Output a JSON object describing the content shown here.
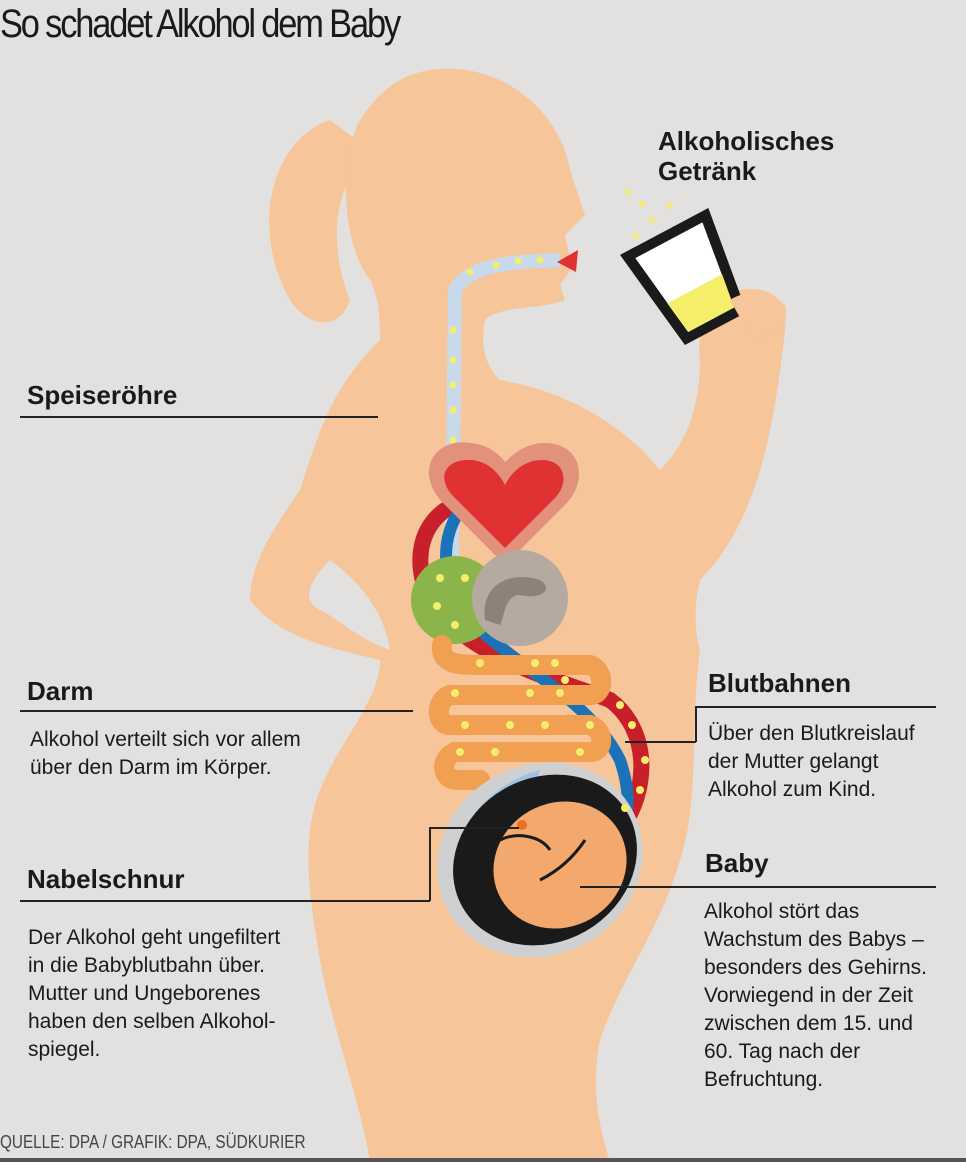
{
  "title": "So schadet Alkohol dem Baby",
  "labels": {
    "drink_line1": "Alkoholisches",
    "drink_line2": "Getränk",
    "esophagus": "Speiseröhre",
    "intestine": "Darm",
    "bloodstream": "Blutbahnen",
    "umbilical_cord": "Nabelschnur",
    "baby": "Baby"
  },
  "descriptions": {
    "intestine": [
      "Alkohol verteilt sich vor allem",
      "über den Darm im Körper."
    ],
    "bloodstream": [
      "Über den Blutkreislauf",
      "der Mutter gelangt",
      "Alkohol zum Kind."
    ],
    "umbilical_cord": [
      "Der Alkohol geht ungefiltert",
      "in die Babyblutbahn über.",
      "Mutter und Ungeborenes",
      "haben den selben Alkohol-",
      "spiegel."
    ],
    "baby": [
      "Alkohol stört das",
      "Wachstum des Babys –",
      "besonders des Gehirns.",
      "Vorwiegend in der Zeit",
      "zwischen dem 15. und",
      "60. Tag nach der",
      "Befruchtung."
    ]
  },
  "source": "QUELLE: DPA / GRAFIK: DPA, SÜDKURIER",
  "colors": {
    "skin": "#f6c59a",
    "heart": "#e03232",
    "liver": "#8bb44b",
    "stomach": "#b4aaa0",
    "intestine": "#f0a050",
    "artery": "#c8202a",
    "vein": "#1a72b8",
    "alcohol": "#f4ee6a"
  }
}
